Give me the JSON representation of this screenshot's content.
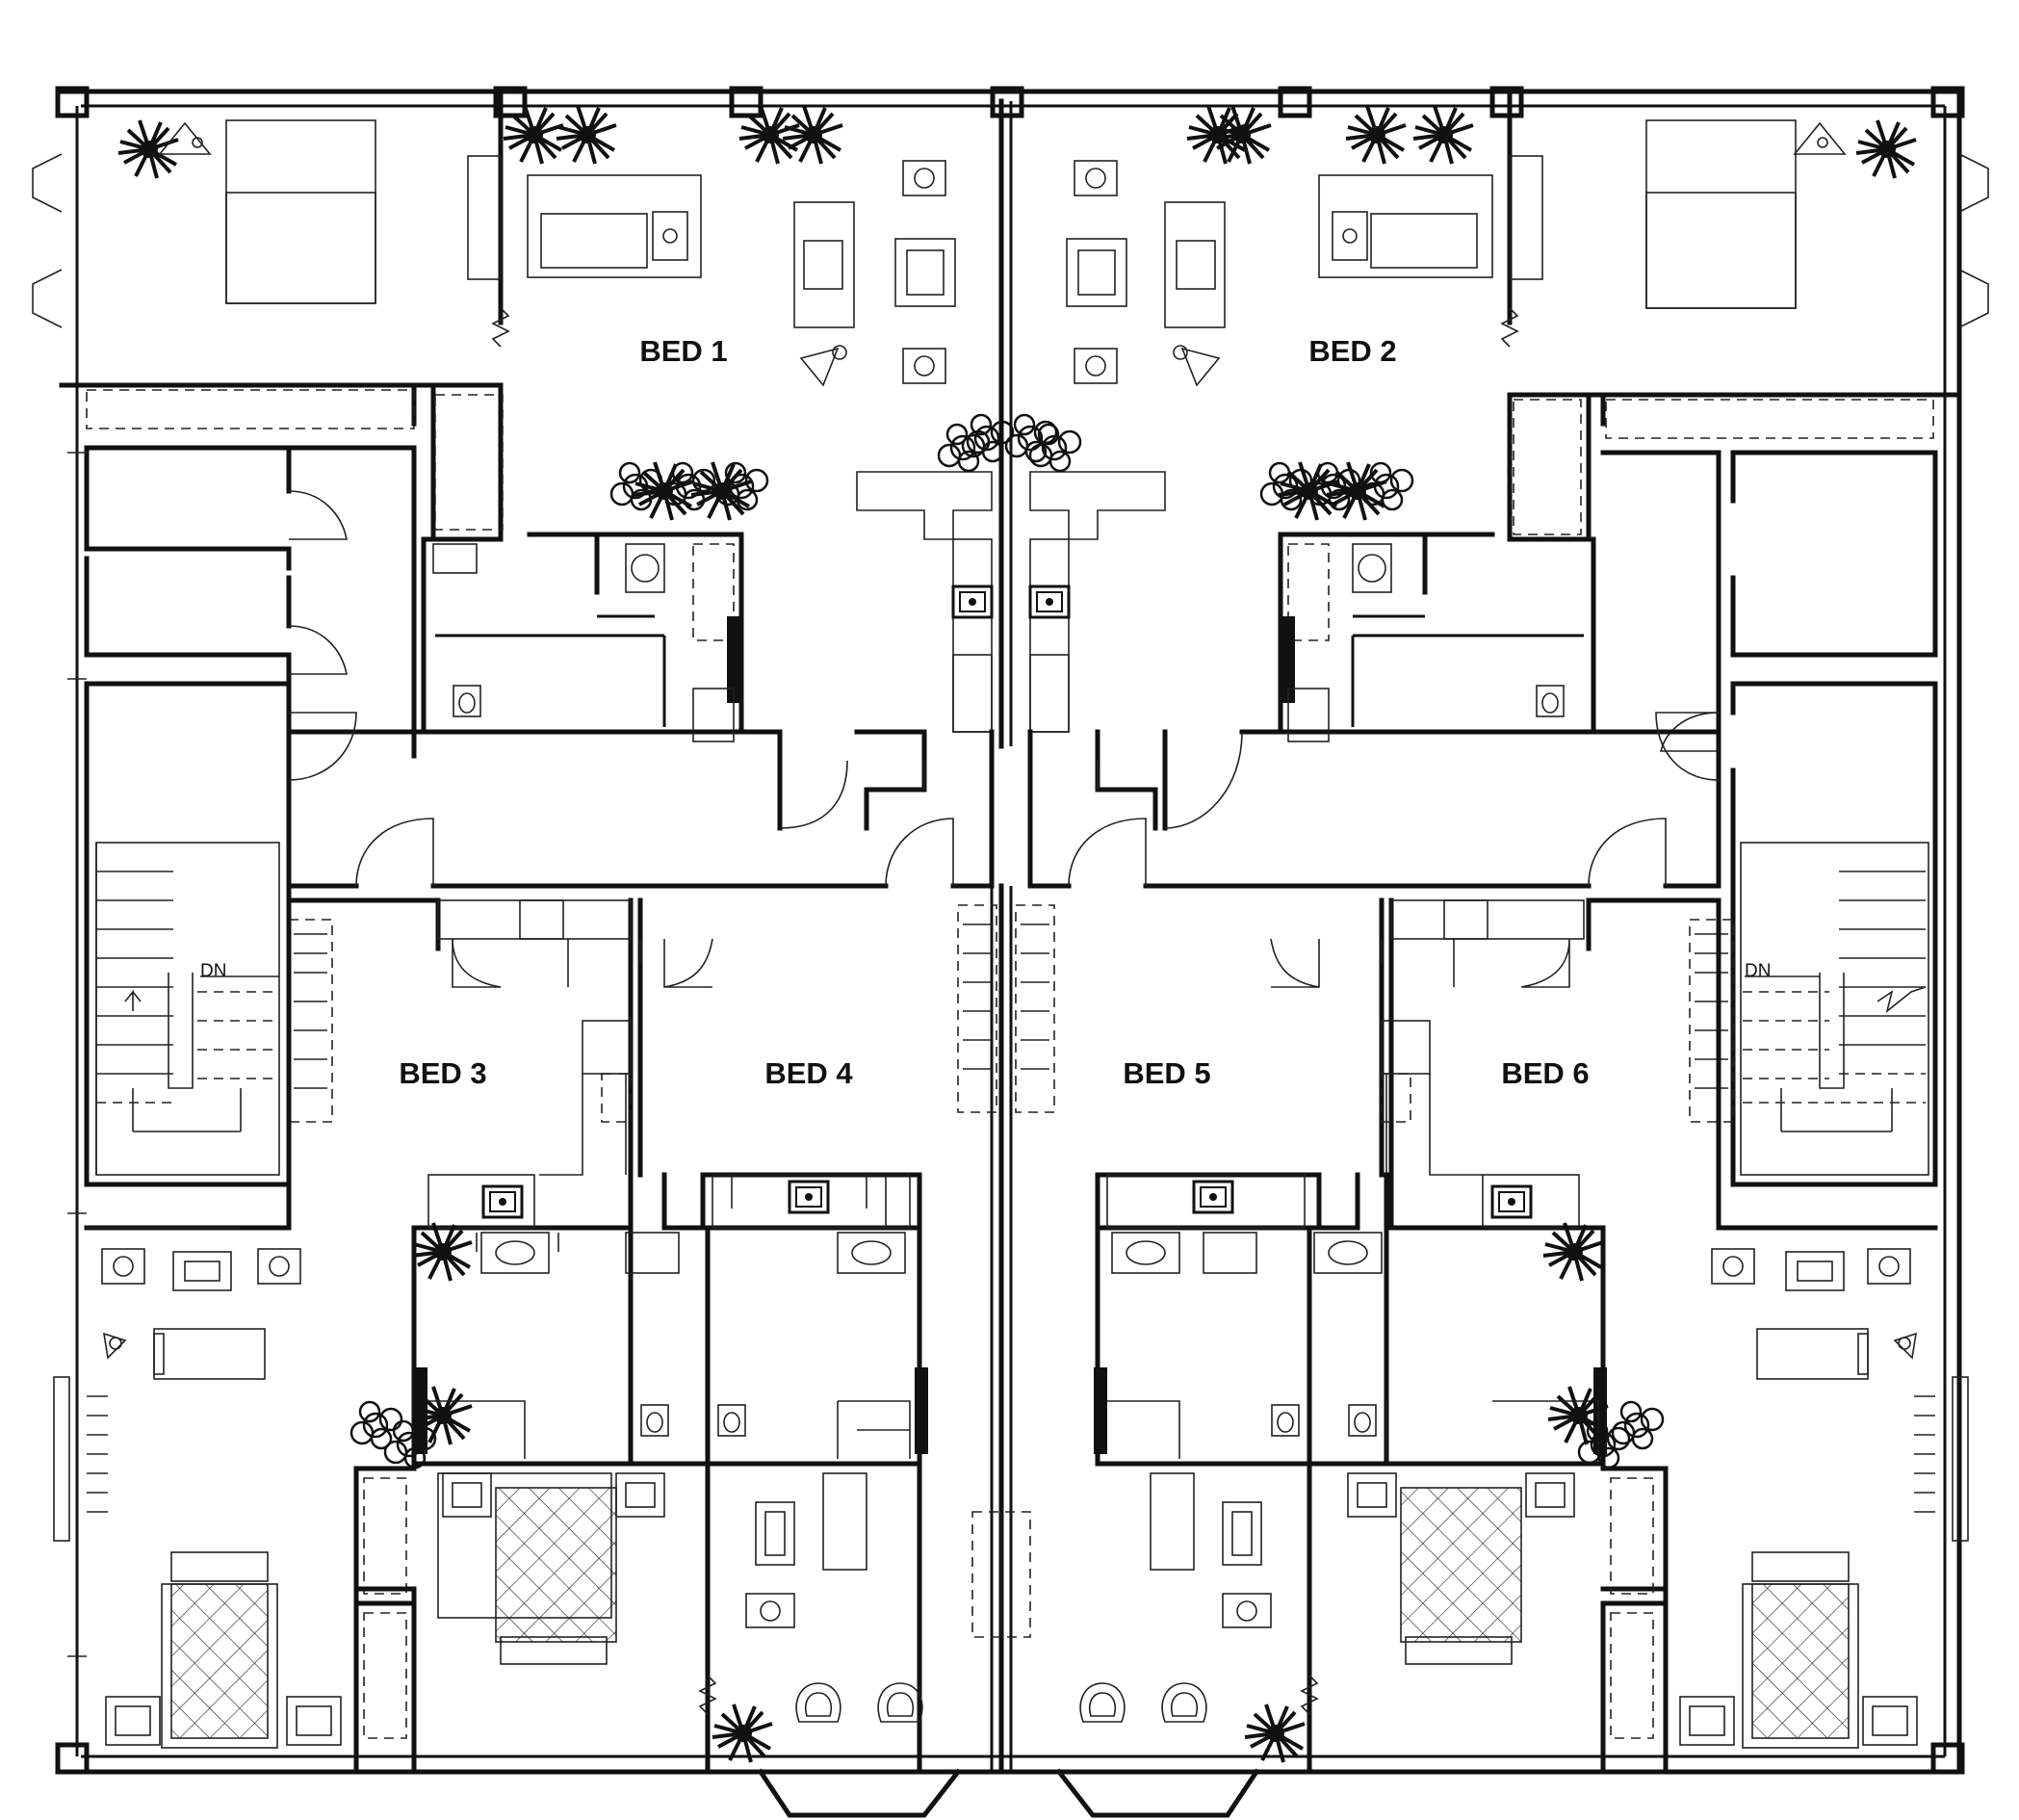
{
  "rooms": {
    "bed1": "BED 1",
    "bed2": "BED 2",
    "bed3": "BED 3",
    "bed4": "BED 4",
    "bed5": "BED 5",
    "bed6": "BED 6"
  },
  "stairs": {
    "left": "DN",
    "right": "DN"
  },
  "icons": [
    "plant-icon",
    "bed-icon",
    "toilet-icon",
    "sink-icon",
    "sofa-icon",
    "table-icon",
    "stair-icon",
    "door-swing-icon"
  ],
  "colors": {
    "ink": "#111111",
    "paper": "#ffffff"
  }
}
